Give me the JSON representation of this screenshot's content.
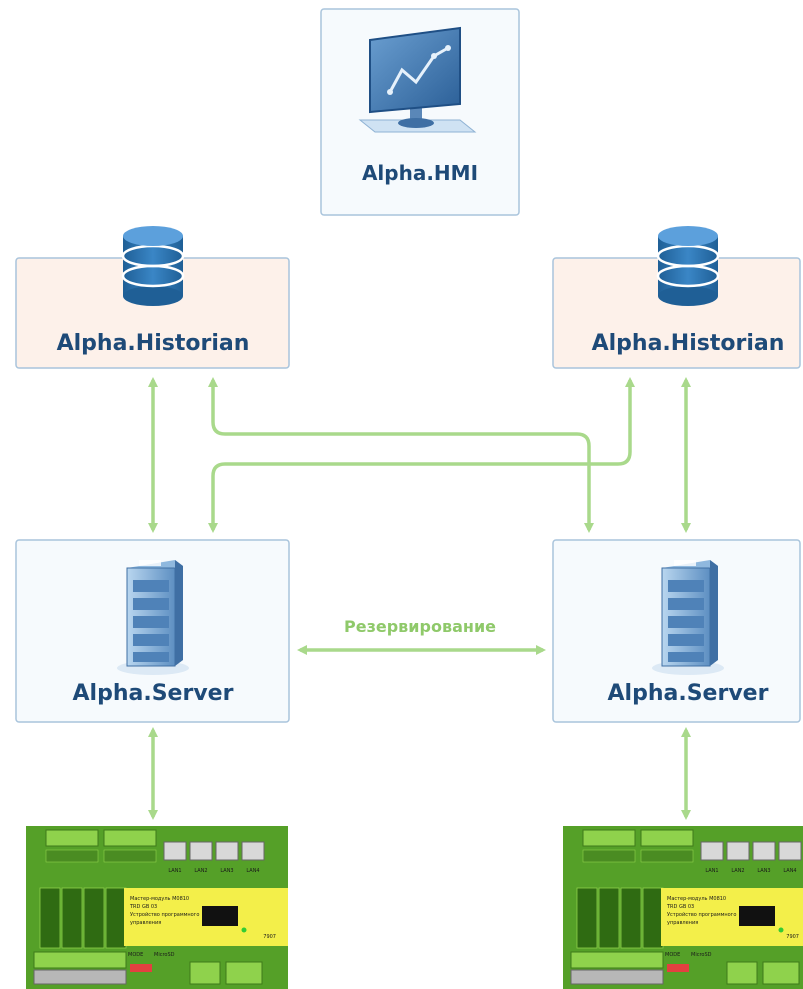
{
  "colors": {
    "arrow": "#a9d98b",
    "box_border": "#a9c4dc",
    "historian_fill": "#fdf1ea",
    "node_fill": "#f6fafd",
    "label": "#1e4a78",
    "link_label": "#8fc96a",
    "plc_green": "#55a028",
    "plc_yellow": "#f3ef4a"
  },
  "hmi": {
    "label": "Alpha.HMI",
    "icon": "monitor-icon"
  },
  "historians": [
    {
      "label": "Alpha.Historian",
      "icon": "database-icon"
    },
    {
      "label": "Alpha.Historian",
      "icon": "database-icon"
    }
  ],
  "servers": [
    {
      "label": "Alpha.Server",
      "icon": "server-rack-icon"
    },
    {
      "label": "Alpha.Server",
      "icon": "server-rack-icon"
    }
  ],
  "redundancy_label": "Резервирование",
  "plc": {
    "icon": "plc-controller-icon",
    "port_labels": [
      "LAN1",
      "LAN2",
      "LAN3",
      "LAN4"
    ],
    "module_label": "Мастер-модуль M0810",
    "module_lines": [
      "TRD GB 03",
      "Устройство программного",
      "управления"
    ],
    "model": "7907",
    "mode_label": "MODE",
    "microsd_label": "MicroSD"
  }
}
